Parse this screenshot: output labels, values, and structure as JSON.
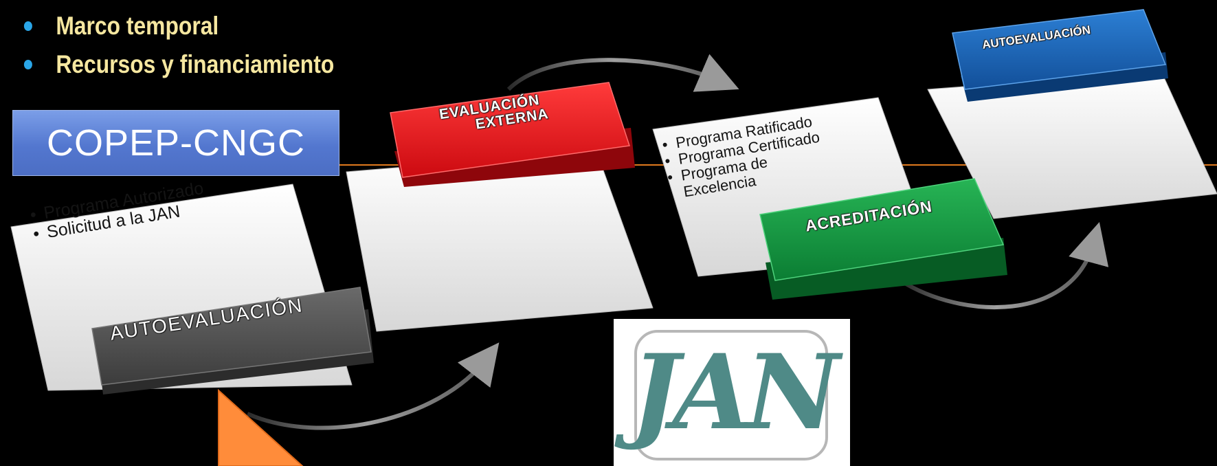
{
  "bullets": [
    "Marco temporal",
    "Recursos y financiamiento"
  ],
  "copep_label": "COPEP-CNGC",
  "cards": [
    {
      "items": [
        "Programa Autorizado",
        "Solicitud a la JAN"
      ]
    },
    {
      "items": []
    },
    {
      "items": [
        "Programa Ratificado",
        "Programa Certificado",
        "Programa de Excelencia"
      ]
    },
    {
      "items": []
    }
  ],
  "buttons": [
    {
      "lines": [
        "AUTOEVALUACIÓN"
      ],
      "color": "#4a4a4a"
    },
    {
      "lines": [
        "EVALUACIÓN",
        "EXTERNA"
      ],
      "color": "#e8141c"
    },
    {
      "lines": [
        "ACREDITACIÓN"
      ],
      "color": "#11963f"
    },
    {
      "lines": [
        "AUTOEVALUACIÓN"
      ],
      "color": "#1b63b8"
    }
  ],
  "logo_text": "JAN",
  "colors": {
    "bullet_text": "#f6e7a0",
    "bullet_dot": "#2aa6e8",
    "arrow": "#ff8c3a",
    "connector": "#e07a1d"
  }
}
